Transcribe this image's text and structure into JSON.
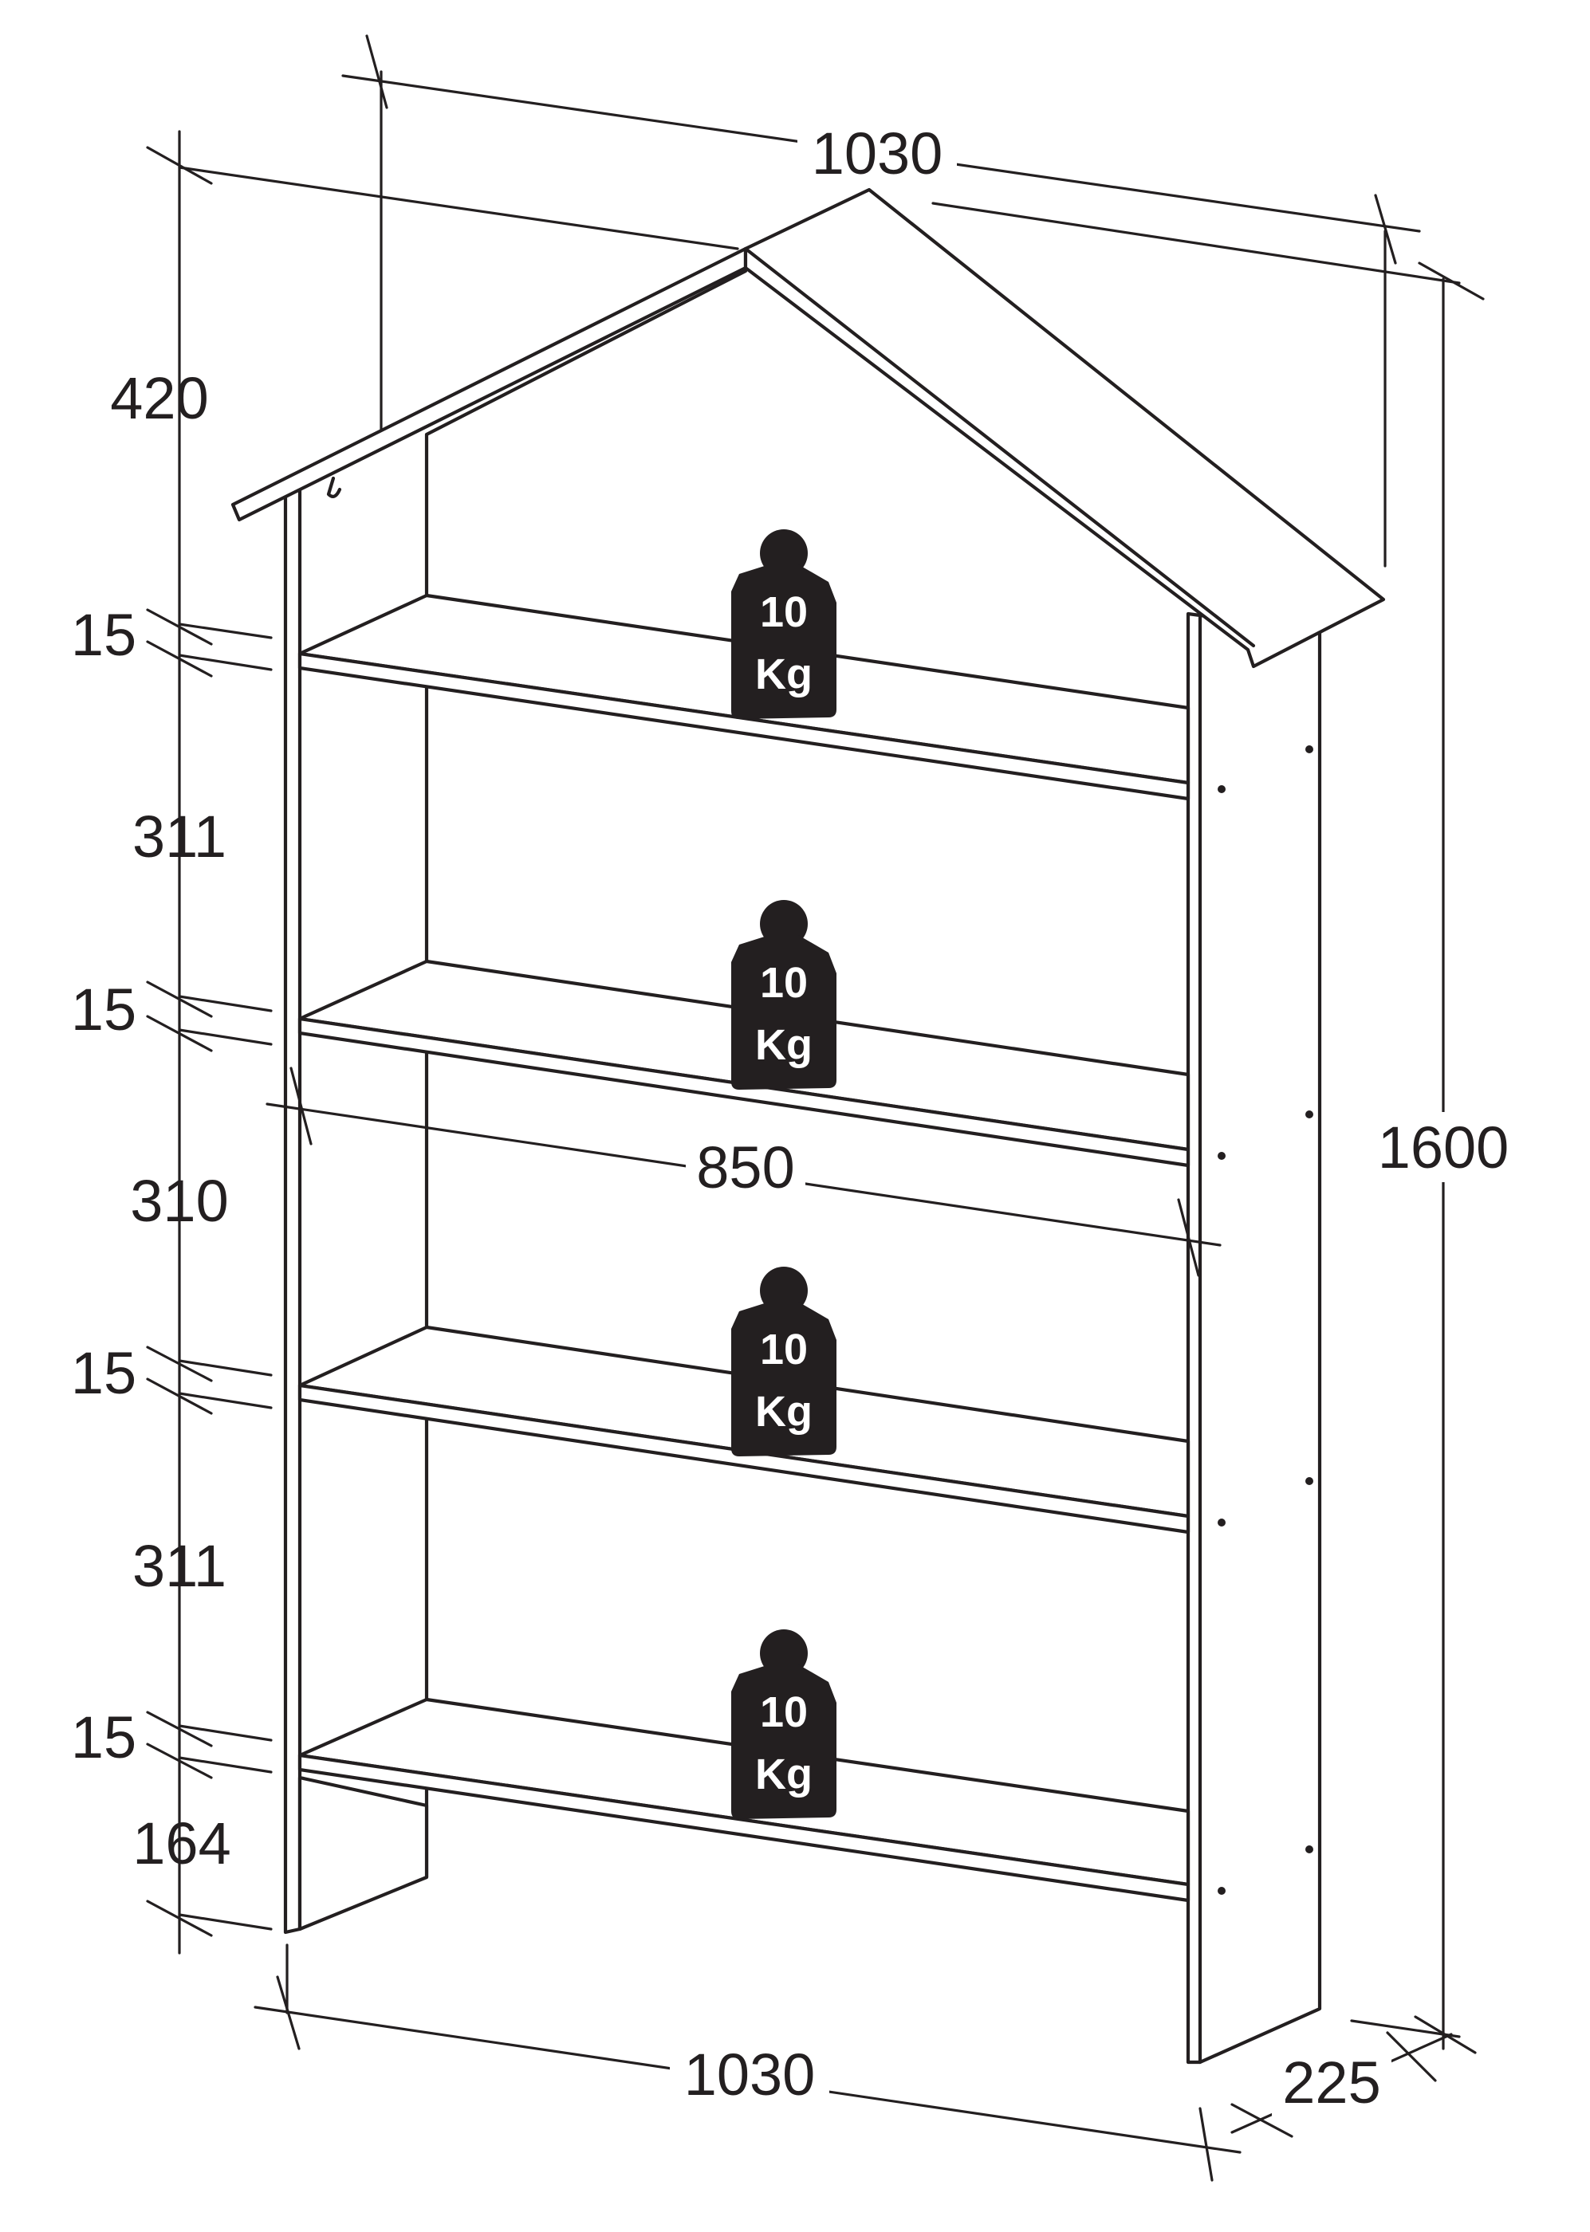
{
  "dimensions": {
    "top_width": "1030",
    "roof_height": "420",
    "shelf_thickness_1": "15",
    "gap_1": "311",
    "shelf_thickness_2": "15",
    "gap_2": "310",
    "shelf_thickness_3": "15",
    "gap_3": "311",
    "shelf_thickness_4": "15",
    "bottom_clearance": "164",
    "total_height": "1600",
    "inner_width": "850",
    "bottom_width": "1030",
    "depth": "225"
  },
  "shelf_load": {
    "value": "10",
    "unit": "Kg"
  }
}
